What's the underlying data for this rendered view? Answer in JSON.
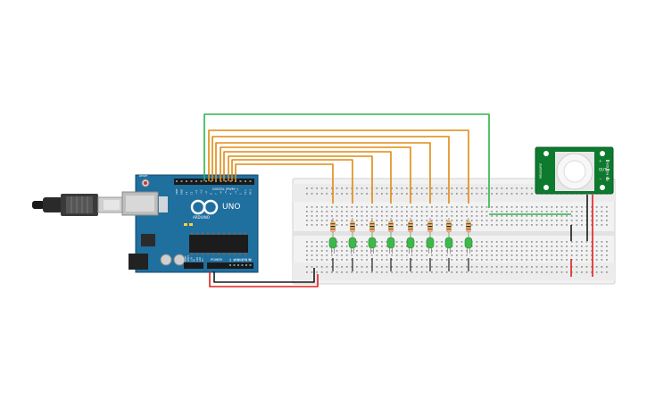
{
  "board": {
    "brand_label": "ARDUINO",
    "model_label": "UNO",
    "digital_label": "DIGITAL (PWM~)",
    "power_label": "POWER",
    "analog_label": "ANALOG IN",
    "reset_label": "RESET",
    "digital_pins": [
      "AREF",
      "GND",
      "13",
      "12",
      "~11",
      "~10",
      "~9",
      "8",
      "7",
      "~6",
      "~5",
      "4",
      "~3",
      "2",
      "TX 1",
      "RX 0"
    ],
    "power_pins": [
      "IOREF",
      "RESET",
      "3.3V",
      "5V",
      "GND",
      "GND",
      "Vin"
    ],
    "analog_pins": [
      "A0",
      "A1",
      "A2",
      "A3",
      "A4",
      "A5"
    ]
  },
  "sensor": {
    "label_left": "MEASURE",
    "label_right": "PIR MOTION",
    "pins": [
      "+",
      "OUT",
      "−"
    ]
  },
  "colors": {
    "signal_wire": "#e08a12",
    "sensor_wire": "#2db34a",
    "power_wire": "#e0201b",
    "ground_wire": "#1a1a1a",
    "board": "#1f6f9f",
    "sensor_pcb": "#0d7a2e",
    "led": "#3db84a",
    "breadboard": "#f2f2f2"
  },
  "icons": [
    "usb-cable-icon",
    "led-icon",
    "resistor-icon",
    "pir-dome-icon",
    "infinity-logo-icon"
  ]
}
